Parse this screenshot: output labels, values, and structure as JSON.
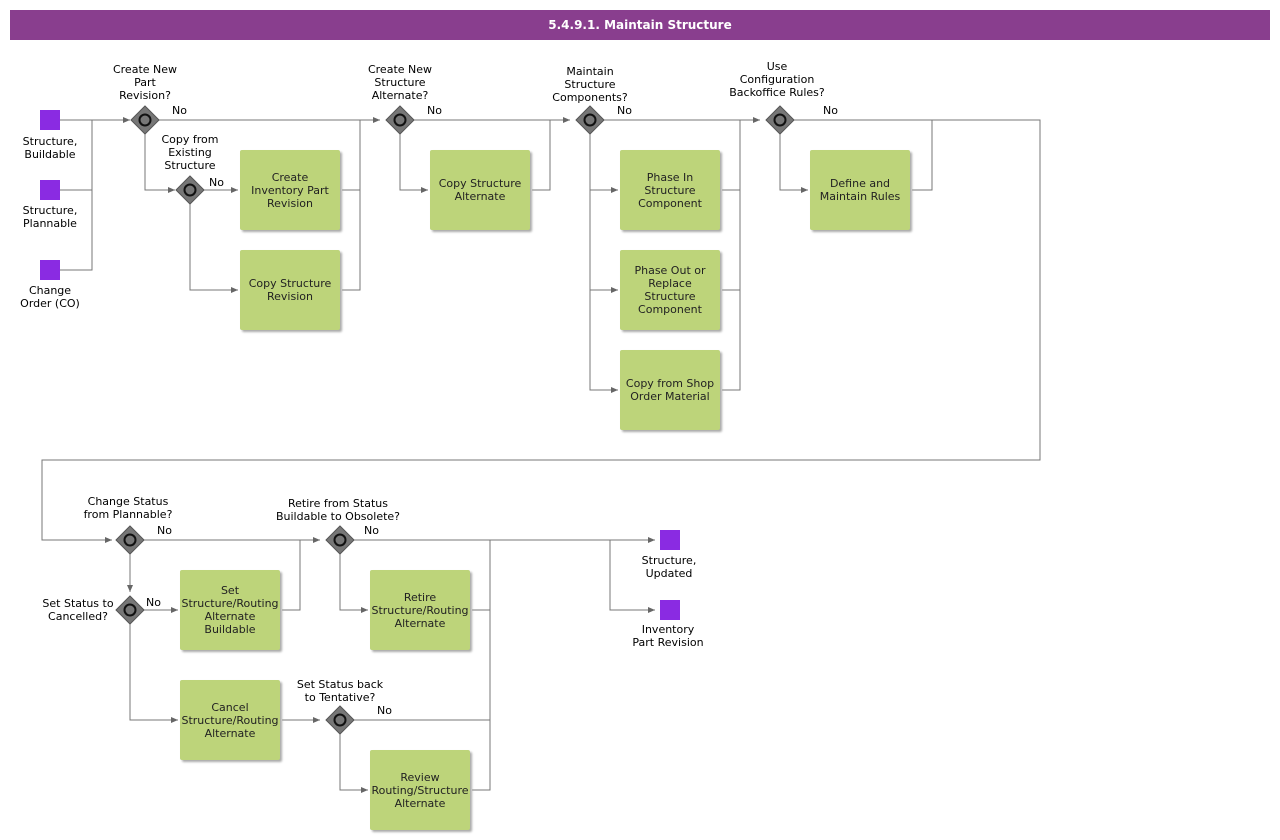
{
  "title": "5.4.9.1. Maintain Structure",
  "colors": {
    "title_bg": "#893e8e",
    "task": "#bdd47a",
    "event": "#8a2be2",
    "gateway": "#808080",
    "line": "#666666"
  },
  "events": {
    "structure_buildable": "Structure,\nBuildable",
    "structure_plannable": "Structure,\nPlannable",
    "change_order": "Change\nOrder (CO)",
    "structure_updated": "Structure,\nUpdated",
    "inventory_part_revision": "Inventory\nPart Revision"
  },
  "gateways": {
    "create_new_part_revision": "Create New\nPart\nRevision?",
    "copy_from_existing": "Copy from\nExisting\nStructure",
    "create_new_alternate": "Create New\nStructure\nAlternate?",
    "maintain_components": "Maintain\nStructure\nComponents?",
    "use_config_rules": "Use\nConfiguration\nBackoffice Rules?",
    "change_status_plannable": "Change Status\nfrom Plannable?",
    "retire_status": "Retire from Status\nBuildable to Obsolete?",
    "set_status_cancelled": "Set Status to\nCancelled?",
    "set_status_tentative": "Set Status back\nto Tentative?"
  },
  "no_label": "No",
  "tasks": {
    "create_inventory_part_revision": "Create\nInventory Part\nRevision",
    "copy_structure_revision": "Copy Structure\nRevision",
    "copy_structure_alternate": "Copy Structure\nAlternate",
    "phase_in": "Phase In\nStructure\nComponent",
    "phase_out": "Phase Out or\nReplace\nStructure\nComponent",
    "copy_shop_order": "Copy from Shop\nOrder Material",
    "define_rules": "Define and\nMaintain Rules",
    "set_buildable": "Set\nStructure/Routing\nAlternate\nBuildable",
    "retire_alternate": "Retire\nStructure/Routing\nAlternate",
    "cancel_alternate": "Cancel\nStructure/Routing\nAlternate",
    "review_alternate": "Review\nRouting/Structure\nAlternate"
  }
}
